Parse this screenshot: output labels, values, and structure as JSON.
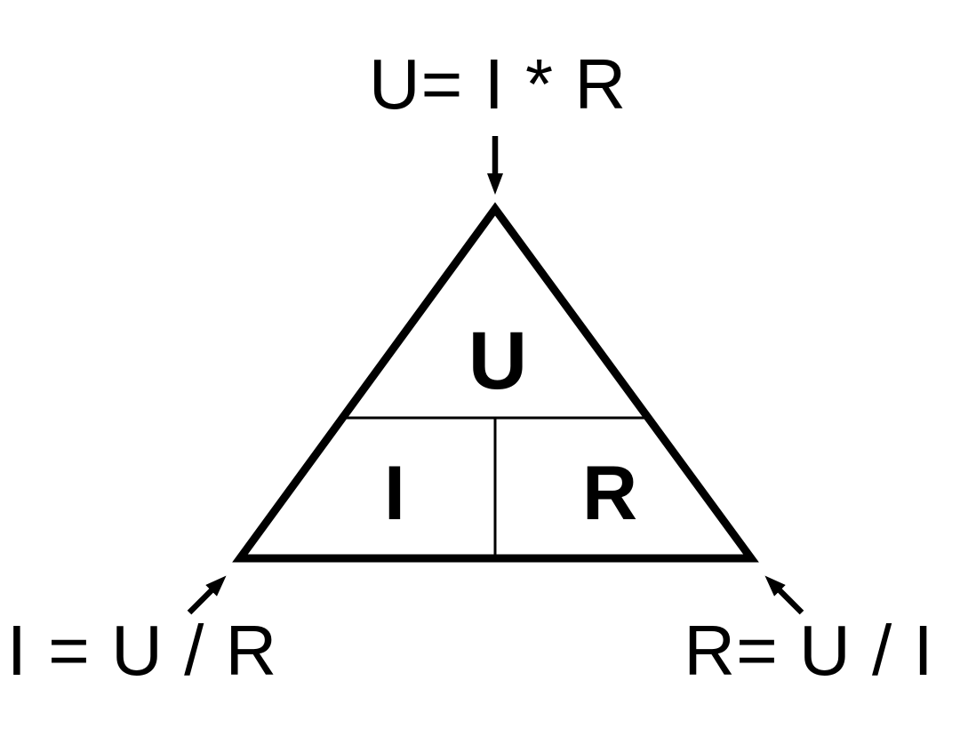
{
  "colors": {
    "ink": "#000000",
    "background": "#ffffff"
  },
  "formulas": {
    "voltage": "U= I * R",
    "current": "I = U / R",
    "resistance": "R= U / I"
  },
  "triangle": {
    "top_label": "U",
    "bottom_left_label": "I",
    "bottom_right_label": "R"
  }
}
